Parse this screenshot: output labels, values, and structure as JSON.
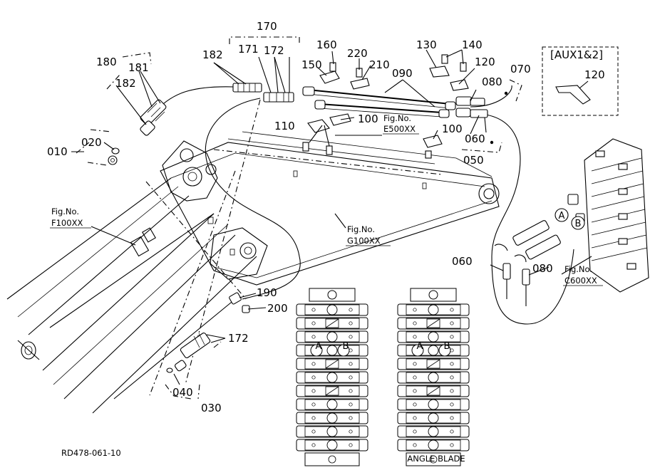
{
  "callouts": {
    "c010": "010",
    "c020": "020",
    "c030": "030",
    "c040": "040",
    "c050": "050",
    "c060_upper": "060",
    "c060_lower": "060",
    "c070": "070",
    "c080_upper": "080",
    "c080_lower": "080",
    "c090": "090",
    "c100_a": "100",
    "c100_b": "100",
    "c110": "110",
    "c120": "120",
    "c130": "130",
    "c140": "140",
    "c150": "150",
    "c160": "160",
    "c170": "170",
    "c171": "171",
    "c172_upper": "172",
    "c172_lower": "172",
    "c180": "180",
    "c181": "181",
    "c182_left": "182",
    "c182_top": "182",
    "c190": "190",
    "c200": "200",
    "c210": "210",
    "c220": "220"
  },
  "fig_refs": {
    "e500": {
      "line1": "Fig.No.",
      "line2": "E500XX"
    },
    "f100": {
      "line1": "Fig.No.",
      "line2": "F100XX"
    },
    "g100": {
      "line1": "Fig.No.",
      "line2": "G100XX"
    },
    "c600": {
      "line1": "Fig.No.",
      "line2": "C600XX"
    }
  },
  "inset": {
    "title": "[AUX1&2]",
    "part": "120"
  },
  "ports": {
    "a": "A",
    "b": "B"
  },
  "valve_left": {
    "port_a": "A",
    "port_b": "B"
  },
  "valve_right": {
    "port_a": "A",
    "port_b": "B",
    "caption": "ANGLE BLADE"
  },
  "drawing_number": "RD478-061-10"
}
